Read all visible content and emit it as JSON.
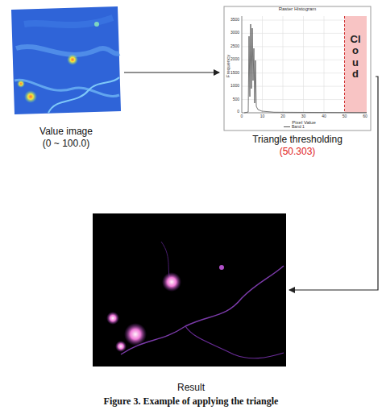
{
  "diagram": {
    "caption": "Figure 3. Example of applying the triangle",
    "nodes": [
      {
        "text": [
          "Value image",
          "(0 ~ 100.0)"
        ]
      },
      {
        "text": [
          "Triangle thresholding",
          "(50.303)"
        ]
      },
      {
        "text": [
          "Result"
        ]
      }
    ],
    "edges": [
      {
        "from": 0,
        "to": 1,
        "arrow": "to"
      },
      {
        "from": 1,
        "to": 2,
        "arrow": "to"
      }
    ],
    "labels": [
      "Raster Histogram",
      "3500",
      "3000",
      "2500",
      "2000",
      "1500",
      "1000",
      "500",
      "0",
      "0",
      "10",
      "20",
      "30",
      "40",
      "50",
      "60",
      "Frequency",
      "Pixel Value",
      "Cloud"
    ],
    "legend": [
      {
        "text": "Band 1"
      }
    ]
  }
}
